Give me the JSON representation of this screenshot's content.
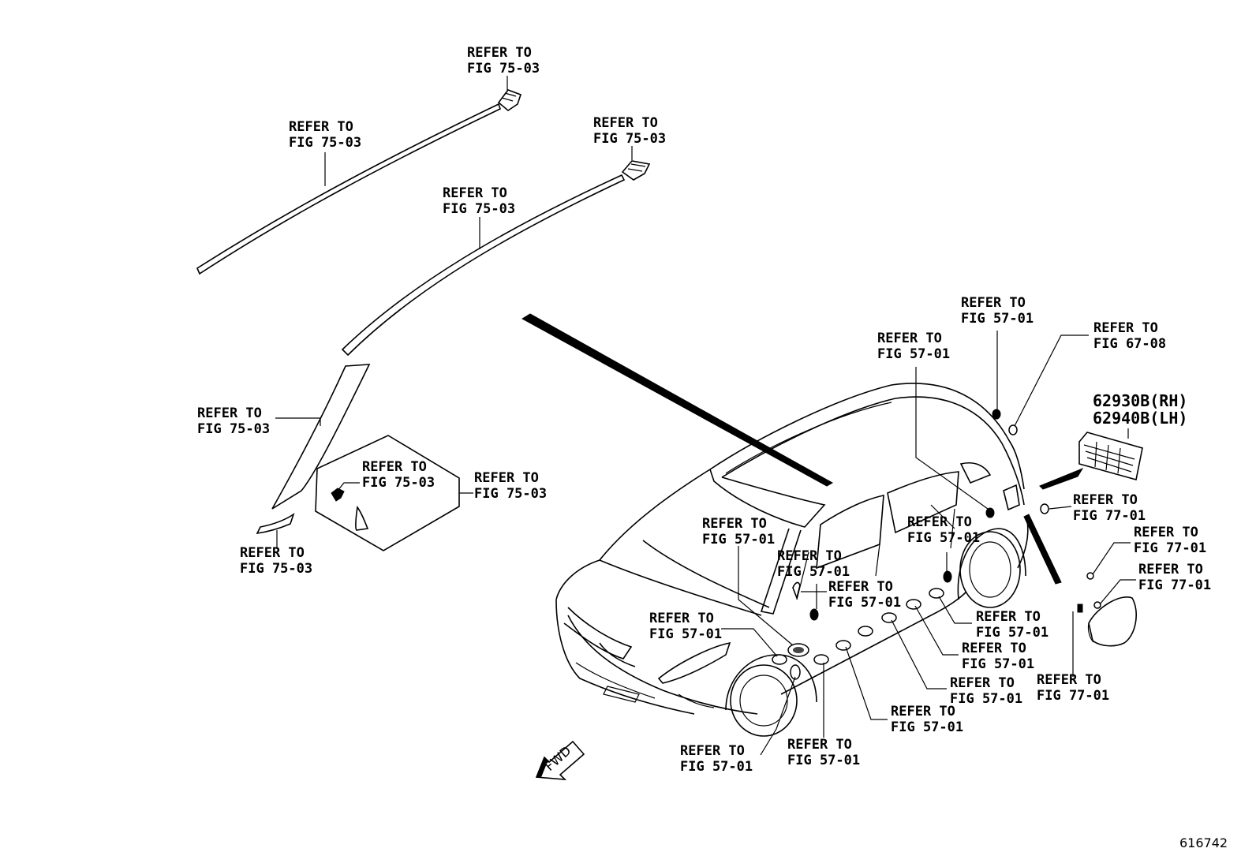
{
  "callouts": [
    {
      "l1": "REFER TO",
      "l2": "FIG 75-03"
    },
    {
      "l1": "REFER TO",
      "l2": "FIG 75-03"
    },
    {
      "l1": "REFER TO",
      "l2": "FIG 75-03"
    },
    {
      "l1": "REFER TO",
      "l2": "FIG 75-03"
    },
    {
      "l1": "REFER TO",
      "l2": "FIG 75-03"
    },
    {
      "l1": "REFER TO",
      "l2": "FIG 75-03"
    },
    {
      "l1": "REFER TO",
      "l2": "FIG 75-03"
    },
    {
      "l1": "REFER TO",
      "l2": "FIG 75-03"
    },
    {
      "l1": "REFER TO",
      "l2": "FIG 57-01"
    },
    {
      "l1": "REFER TO",
      "l2": "FIG 57-01"
    },
    {
      "l1": "REFER TO",
      "l2": "FIG 67-08"
    },
    {
      "l1": "REFER TO",
      "l2": "FIG 77-01"
    },
    {
      "l1": "REFER TO",
      "l2": "FIG 57-01"
    },
    {
      "l1": "REFER TO",
      "l2": "FIG 57-01"
    },
    {
      "l1": "REFER TO",
      "l2": "FIG 57-01"
    },
    {
      "l1": "REFER TO",
      "l2": "FIG 57-01"
    },
    {
      "l1": "REFER TO",
      "l2": "FIG 77-01"
    },
    {
      "l1": "REFER TO",
      "l2": "FIG 77-01"
    },
    {
      "l1": "REFER TO",
      "l2": "FIG 57-01"
    },
    {
      "l1": "REFER TO",
      "l2": "FIG 57-01"
    },
    {
      "l1": "REFER TO",
      "l2": "FIG 57-01"
    },
    {
      "l1": "REFER TO",
      "l2": "FIG 57-01"
    },
    {
      "l1": "REFER TO",
      "l2": "FIG 57-01"
    },
    {
      "l1": "REFER TO",
      "l2": "FIG 57-01"
    },
    {
      "l1": "REFER TO",
      "l2": "FIG 57-01"
    },
    {
      "l1": "REFER TO",
      "l2": "FIG 77-01"
    }
  ],
  "part_numbers": {
    "rh": "62930B(RH)",
    "lh": "62940B(LH)"
  },
  "fwd_label": "FWD",
  "illustration_number": "616742"
}
